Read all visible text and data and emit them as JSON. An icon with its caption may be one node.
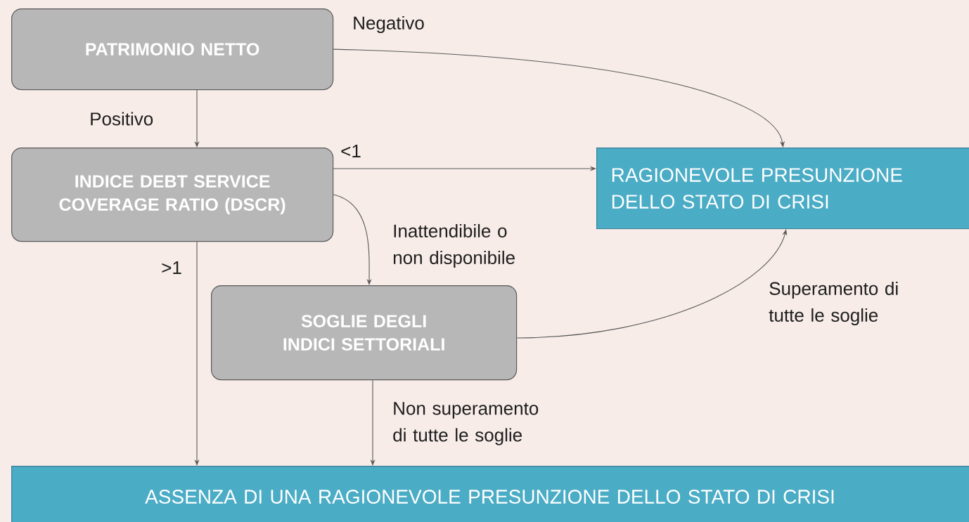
{
  "diagram": {
    "nodes": [
      {
        "text": [
          "PATRIMONIO NETTO"
        ]
      },
      {
        "text": [
          "INDICE DEBT SERVICE COVERAGE RATIO (DSCR)"
        ]
      },
      {
        "text": [
          "RAGIONEVOLE PRESUNZIONE DELLO STATO DI CRISI"
        ]
      },
      {
        "text": [
          "SOGLIE DEGLI INDICI SETTORIALI"
        ]
      },
      {
        "text": [
          "ASSENZA DI UNA RAGIONEVOLE PRESUNZIONE DELLO STATO DI CRISI"
        ]
      }
    ],
    "edges": [
      {
        "from": 0,
        "to": 2,
        "arrow": "to",
        "label": "Negativo"
      },
      {
        "from": 0,
        "to": 1,
        "arrow": "to",
        "label": "Positivo"
      },
      {
        "from": 1,
        "to": 2,
        "arrow": "to",
        "label": "<1"
      },
      {
        "from": 1,
        "to": 3,
        "arrow": "to",
        "label": "Inattendibile o non disponibile"
      },
      {
        "from": 3,
        "to": 2,
        "arrow": "to",
        "label": "Superamento di tutte le soglie"
      },
      {
        "from": 1,
        "to": 4,
        "arrow": "to",
        "label": ">1"
      },
      {
        "from": 3,
        "to": 4,
        "arrow": "to",
        "label": "Non superamento di tutte le soglie"
      }
    ]
  }
}
